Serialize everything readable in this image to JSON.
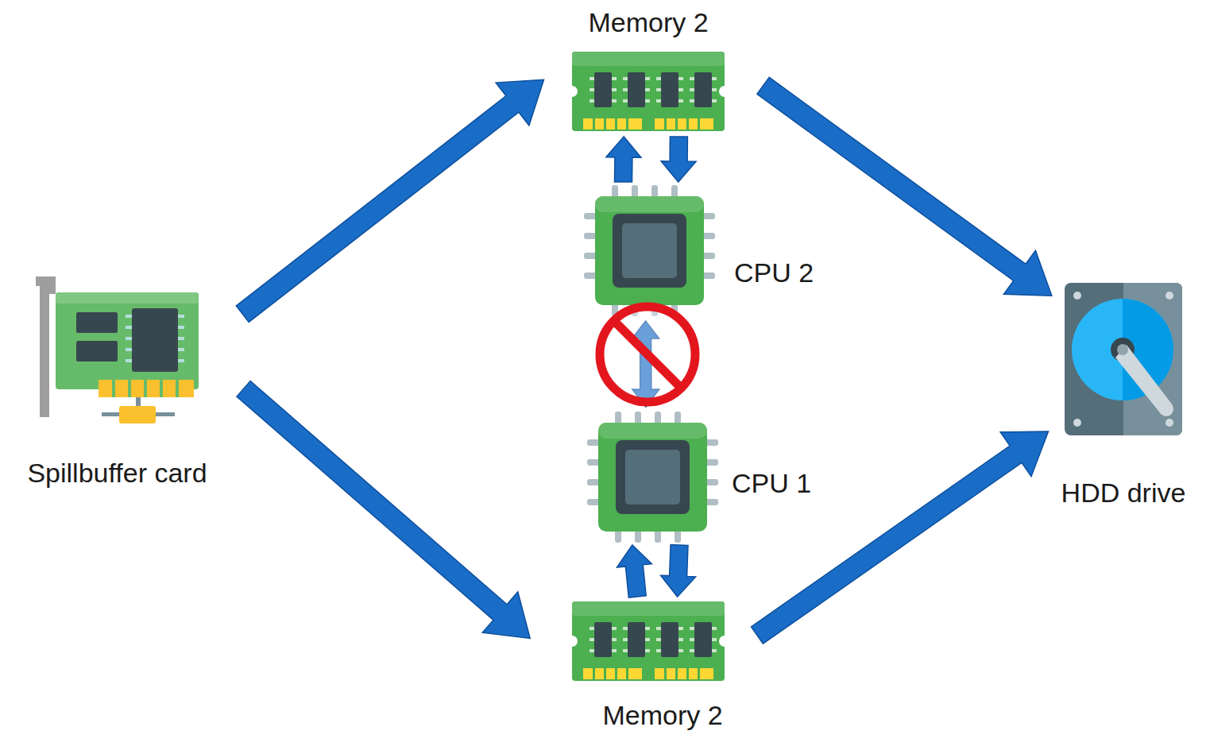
{
  "diagram": {
    "nodes": [
      {
        "text": [
          "Spillbuffer card"
        ]
      },
      {
        "text": [
          "Memory 2"
        ]
      },
      {
        "text": [
          "CPU 2"
        ]
      },
      {
        "text": [
          "CPU 1"
        ]
      },
      {
        "text": [
          "Memory 2"
        ]
      },
      {
        "text": [
          "HDD drive"
        ]
      }
    ],
    "edges": [
      {
        "from": 0,
        "to": 1,
        "arrow": "to"
      },
      {
        "from": 0,
        "to": 4,
        "arrow": "to"
      },
      {
        "from": 1,
        "to": 5,
        "arrow": "to"
      },
      {
        "from": 4,
        "to": 5,
        "arrow": "to"
      },
      {
        "from": 2,
        "to": 1,
        "arrow": "to"
      },
      {
        "from": 1,
        "to": 2,
        "arrow": "to"
      },
      {
        "from": 4,
        "to": 3,
        "arrow": "to"
      },
      {
        "from": 3,
        "to": 4,
        "arrow": "to"
      },
      {
        "from": 2,
        "to": 3,
        "arrow": "both"
      }
    ]
  }
}
